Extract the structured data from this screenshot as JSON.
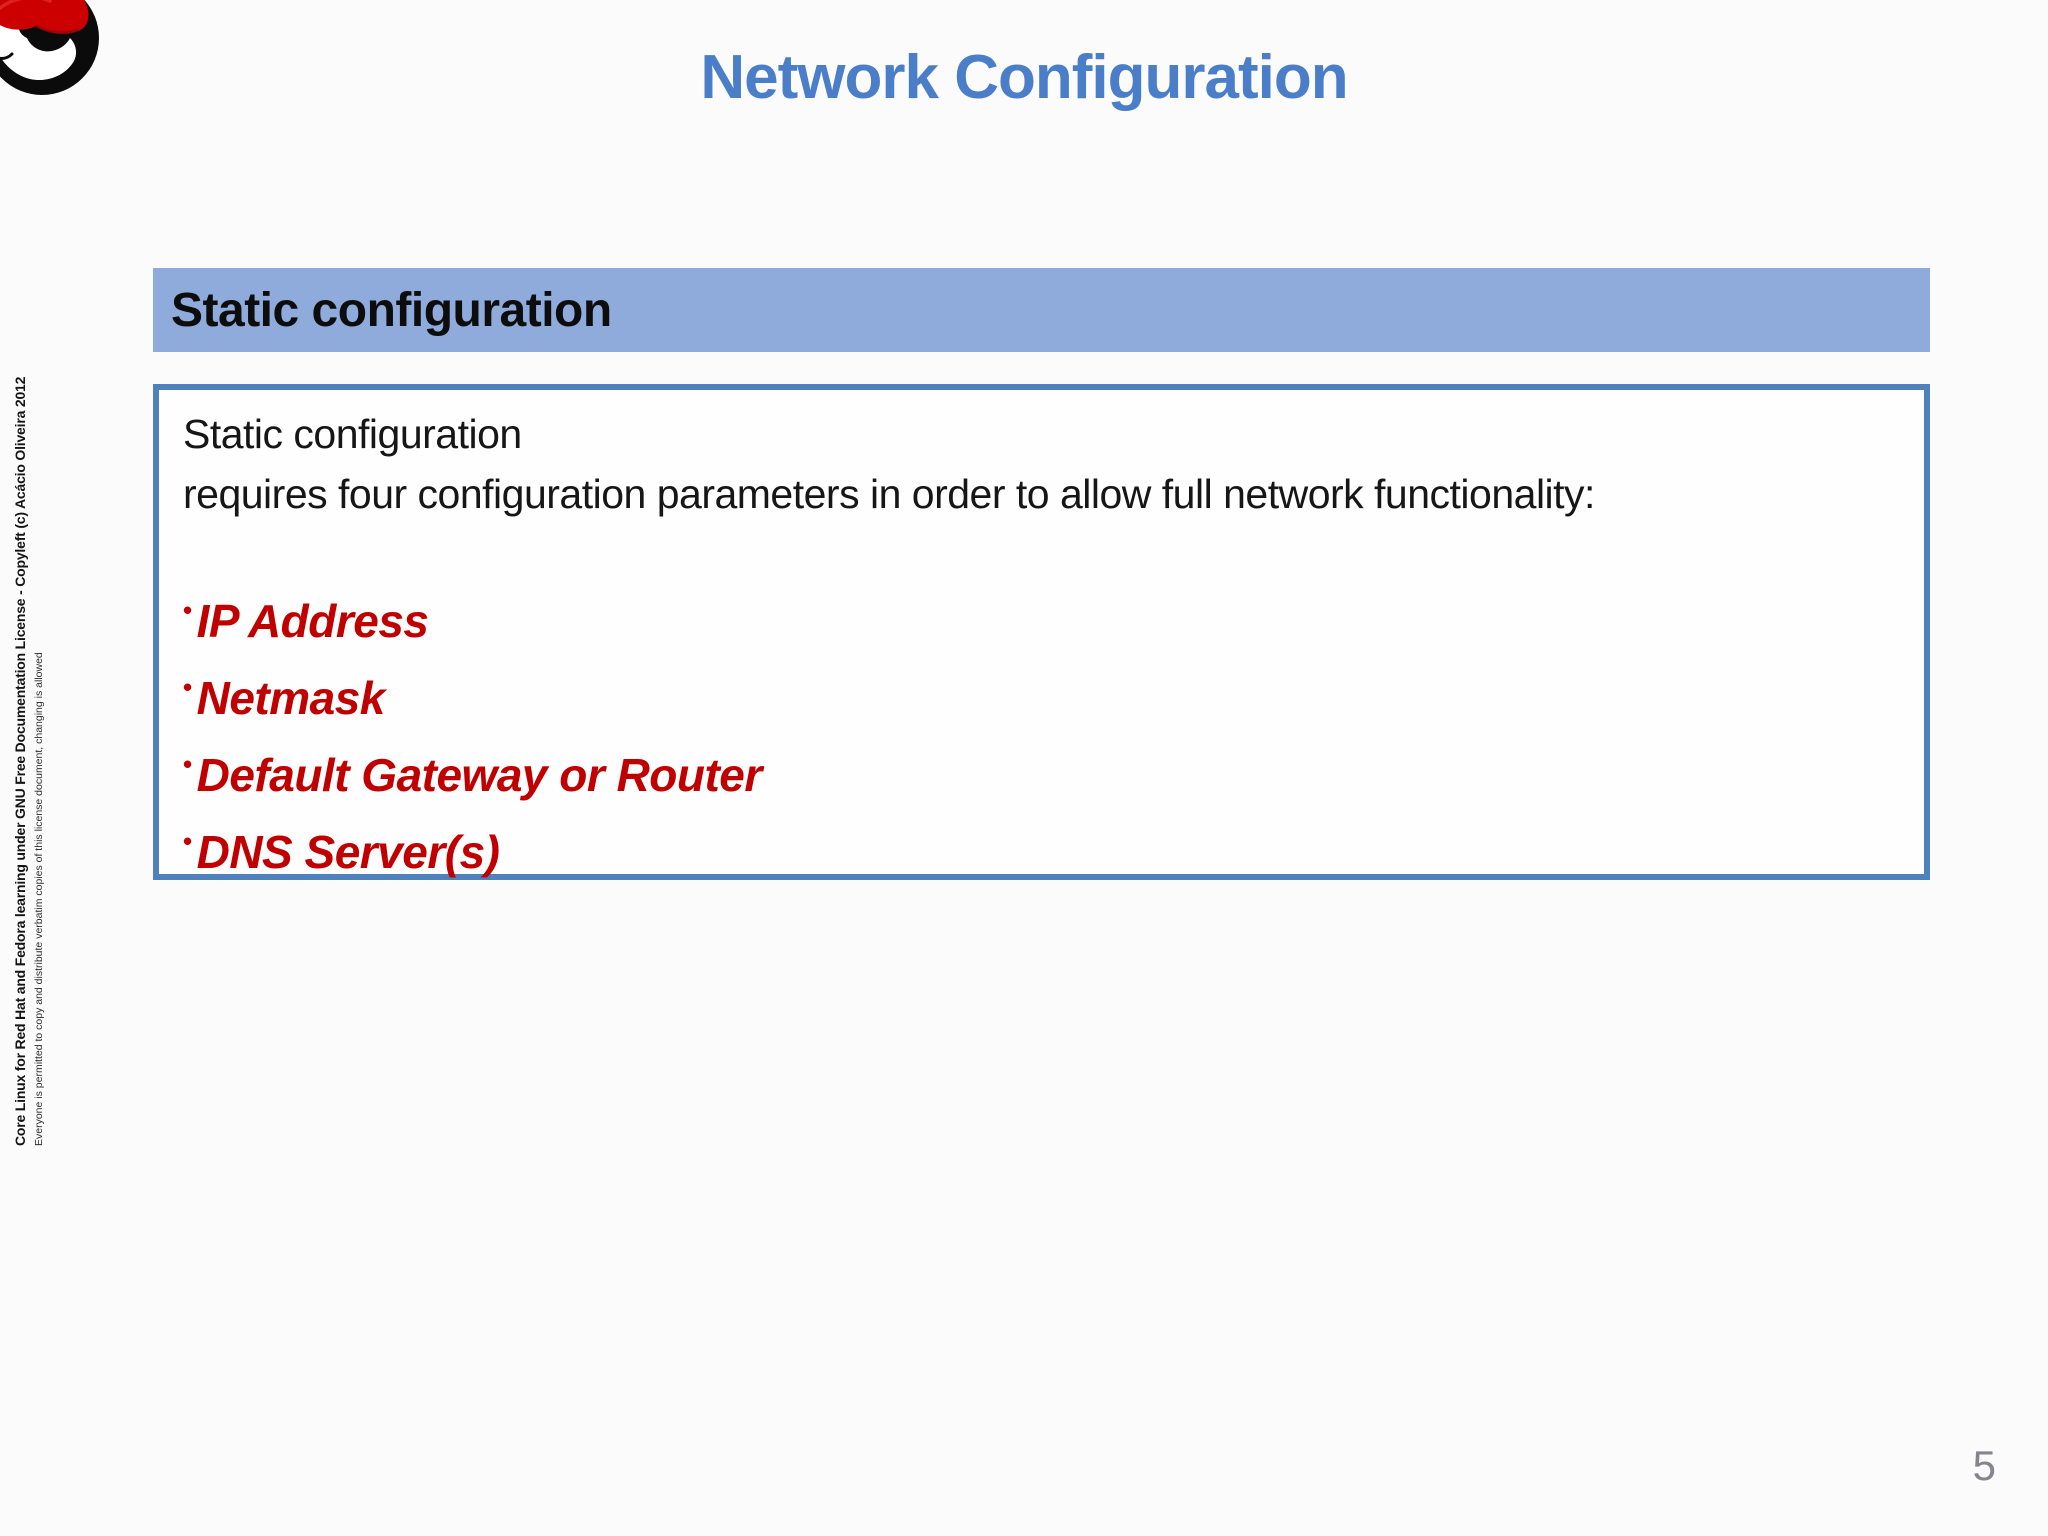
{
  "title": "Network Configuration",
  "section_header": "Static configuration",
  "body": {
    "line1": "Static configuration",
    "line2": "requires four configuration parameters in order to allow full network functionality:",
    "bullets": [
      "IP Address",
      "Netmask",
      "Default Gateway or Router",
      "DNS Server(s)"
    ]
  },
  "bullet_glyph": "•",
  "sidebar": {
    "line1": "Core Linux for Red Hat and Fedora learning under GNU Free Documentation License  - Copyleft (c) Acácio Oliveira 2012",
    "line2": "Everyone is permitted to copy and distribute verbatim copies of this license document, changing is allowed"
  },
  "page_number": "5",
  "logo": {
    "name": "redhat-shadowman-logo"
  },
  "colors": {
    "title_blue": "#4b7ec8",
    "header_bar_bg": "#8fabdc",
    "box_border_blue": "#4f81bd",
    "bullet_red": "#c00000",
    "hat_red": "#cc0000",
    "page_number_gray": "#85858d"
  }
}
